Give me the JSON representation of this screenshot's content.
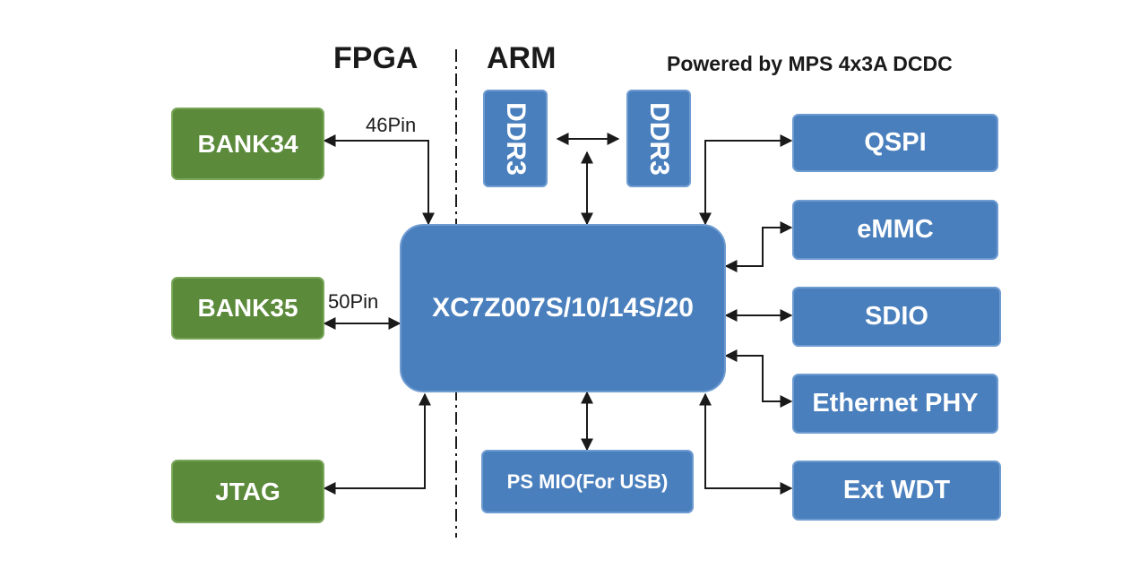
{
  "headers": {
    "fpga": "FPGA",
    "arm": "ARM",
    "power": "Powered by MPS 4x3A DCDC"
  },
  "left_blocks": {
    "bank34": "BANK34",
    "bank35": "BANK35",
    "jtag": "JTAG"
  },
  "pin_labels": {
    "bank34_pins": "46Pin",
    "bank35_pins": "50Pin"
  },
  "center": {
    "soc": "XC7Z007S/10/14S/20",
    "ddr3_left": "DDR3",
    "ddr3_right": "DDR3",
    "ps_mio": "PS MIO(For USB)"
  },
  "right_blocks": {
    "qspi": "QSPI",
    "emmc": "eMMC",
    "sdio": "SDIO",
    "ethernet": "Ethernet PHY",
    "wdt": "Ext WDT"
  },
  "colors": {
    "fpga_block": "#5b8a3a",
    "arm_block": "#4a7fbd",
    "wire": "#1a1a1a"
  }
}
